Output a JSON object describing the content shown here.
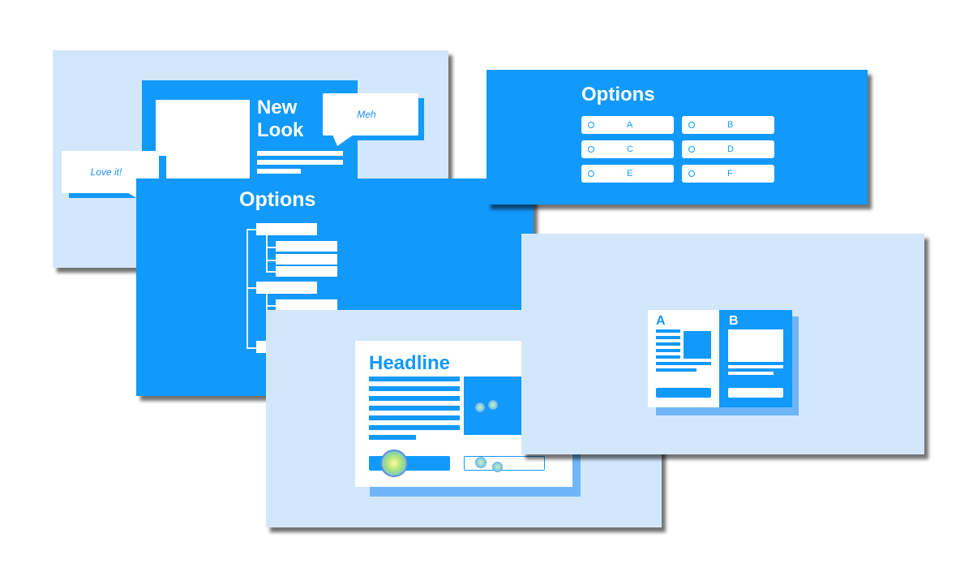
{
  "colors": {
    "brand_blue": "#1199fc",
    "light_blue": "#d3e7fb",
    "white": "#ffffff",
    "shadow_blue": "#6fb6f9"
  },
  "slide_new_look": {
    "title_line1": "New",
    "title_line2": "Look",
    "bubble_meh": "Meh",
    "bubble_love": "Love it!"
  },
  "slide_options_tree": {
    "title": "Options"
  },
  "slide_options_grid": {
    "title": "Options",
    "options": [
      "A",
      "B",
      "C",
      "D",
      "E",
      "F"
    ]
  },
  "slide_headline": {
    "headline": "Headline"
  },
  "slide_ab": {
    "label_a": "A",
    "label_b": "B"
  }
}
